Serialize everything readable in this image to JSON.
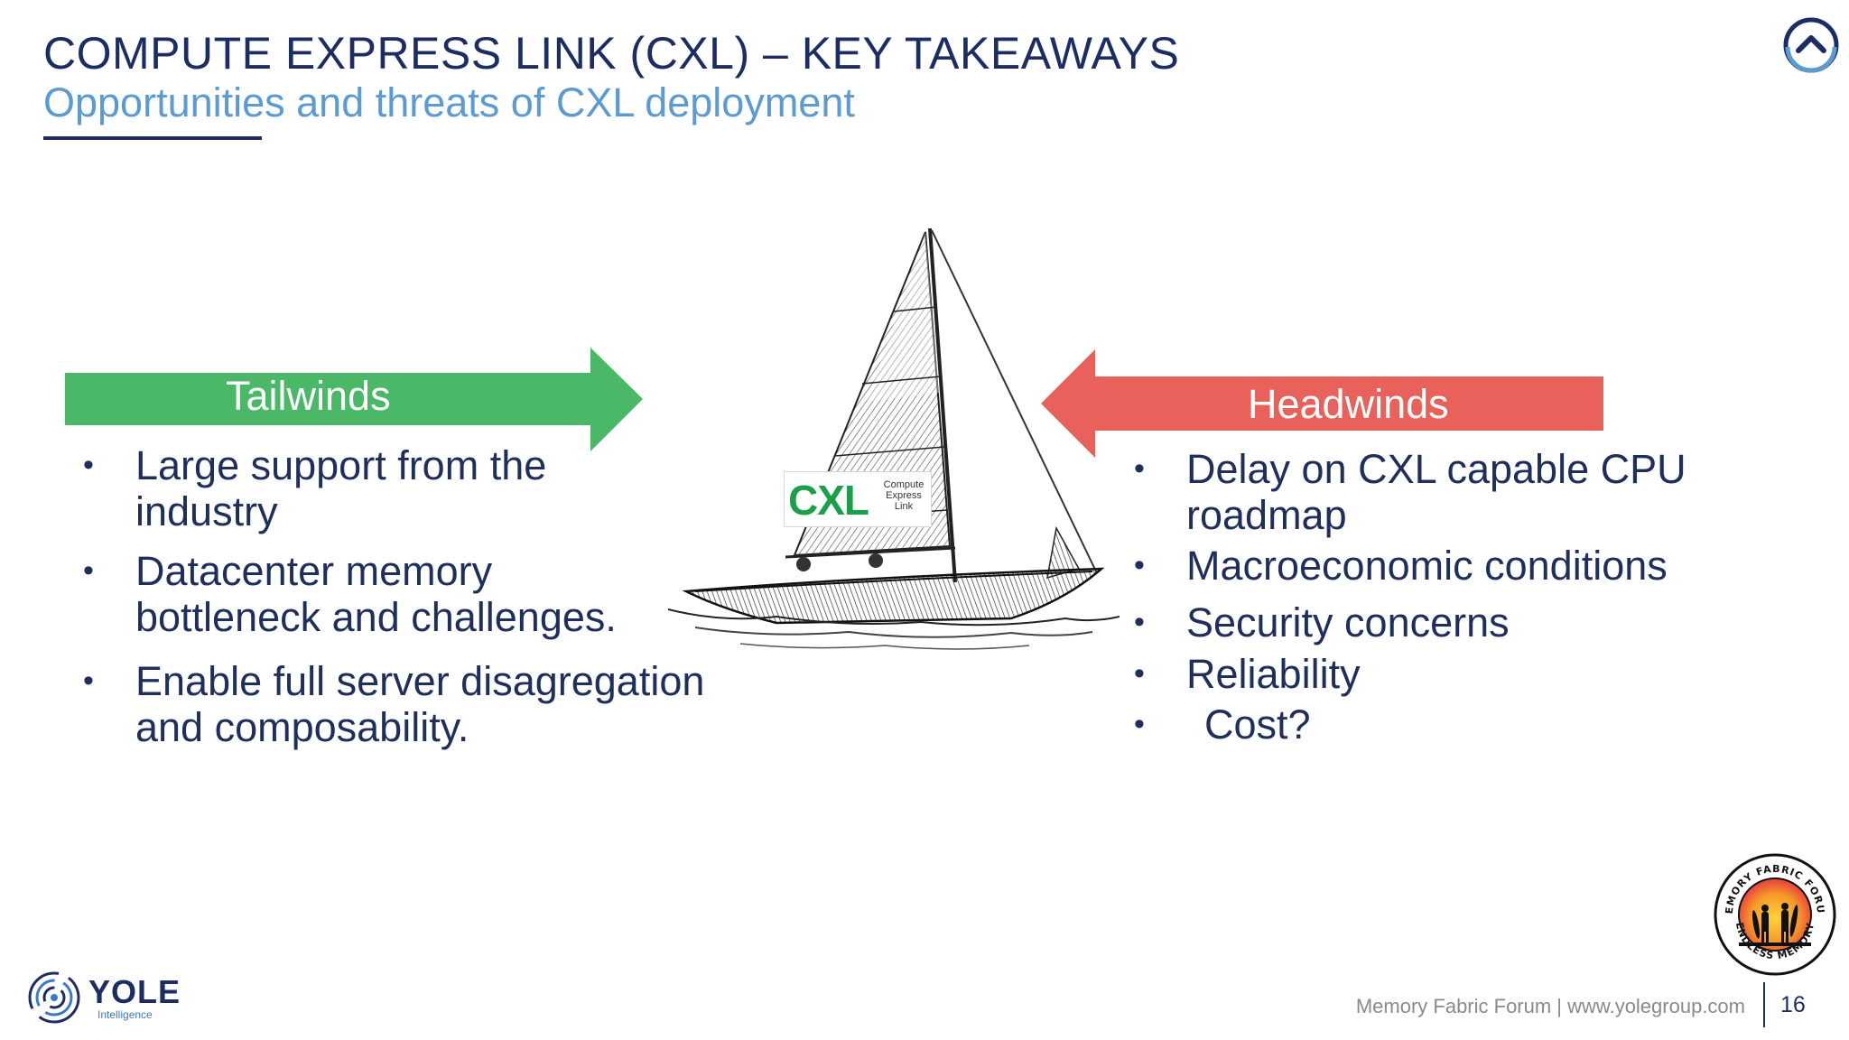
{
  "header": {
    "title": "COMPUTE EXPRESS LINK (CXL) – KEY TAKEAWAYS",
    "subtitle": "Opportunities and threats of CXL deployment"
  },
  "tailwinds": {
    "label": "Tailwinds",
    "color": "#4ab866",
    "items": [
      {
        "line1": "Large support from the",
        "line2": "industry"
      },
      {
        "line1": "Datacenter memory",
        "line2": "bottleneck and challenges."
      },
      {
        "line1": "Enable full server disagregation",
        "line2": "and composability."
      }
    ]
  },
  "headwinds": {
    "label": "Headwinds",
    "color": "#e8615a",
    "items": [
      {
        "line1": "Delay on CXL capable CPU",
        "line2": "roadmap"
      },
      {
        "line1": "Macroeconomic conditions"
      },
      {
        "line1": "Security concerns"
      },
      {
        "line1": "Reliability"
      },
      {
        "line1": "Cost?"
      }
    ]
  },
  "cxl_logo": {
    "word": "CXL",
    "small1": "Compute",
    "small2": "Express",
    "small3": "Link"
  },
  "seal": {
    "top_text": "MEMORY FABRIC FORUM",
    "bottom_text": "ENDLESS MEMORY"
  },
  "footer": {
    "company": "YOLE",
    "company_sub": "Intelligence",
    "text": "Memory Fabric Forum | www.yolegroup.com",
    "page": "16"
  },
  "colors": {
    "navy": "#1c2d63",
    "accent_blue": "#5b9bd1"
  },
  "icons": {
    "top_right": "chevron-up-circle-icon",
    "bullet": "bullet-dot"
  }
}
